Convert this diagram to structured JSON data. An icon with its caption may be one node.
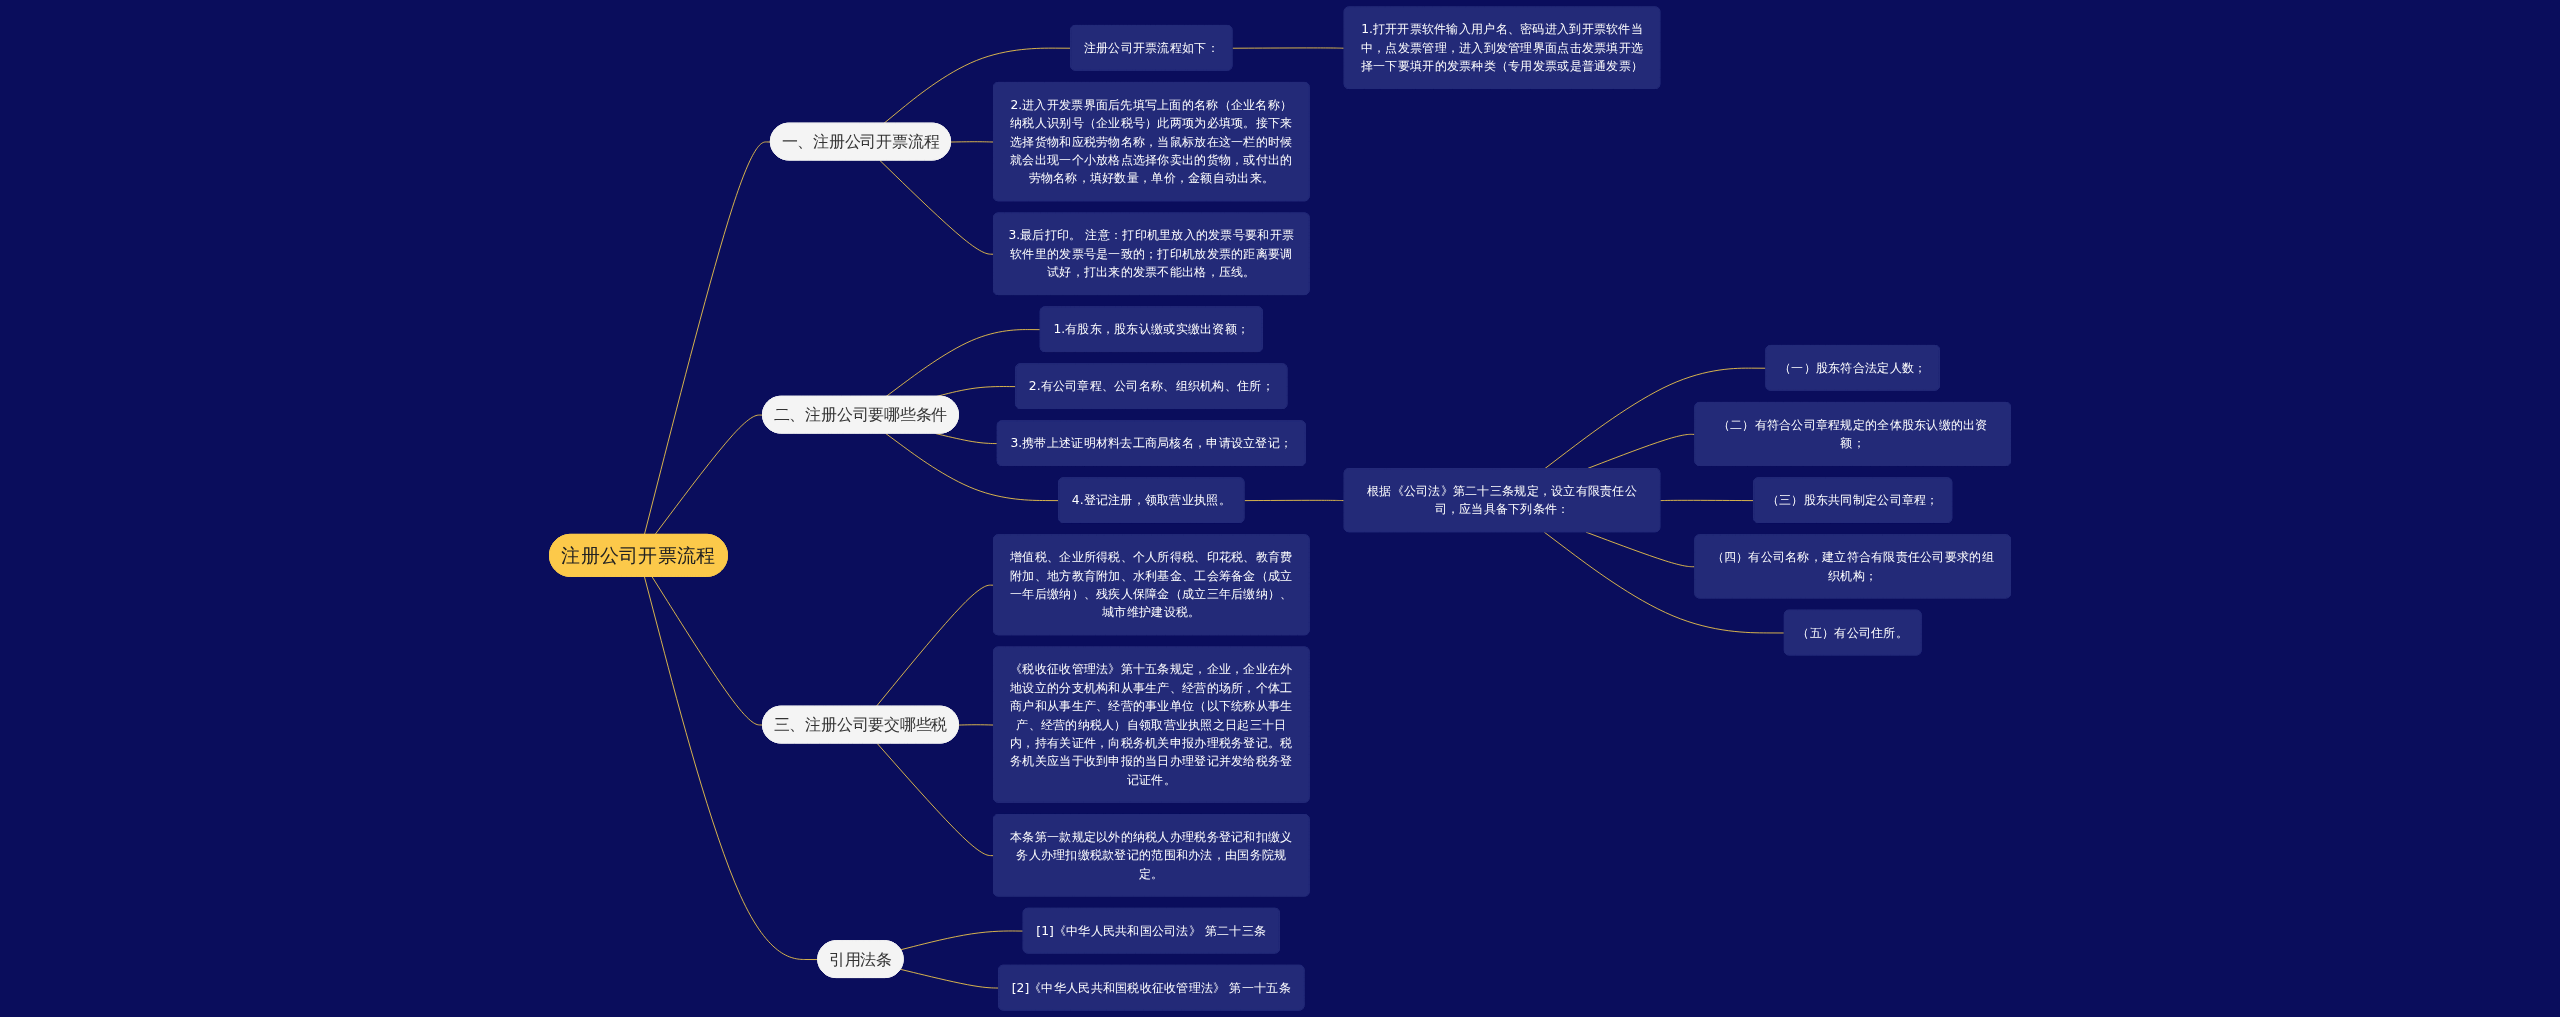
{
  "diagram": {
    "nodes": [
      {
        "text": [
          "注册公司开票流程"
        ]
      },
      {
        "text": [
          "一、注册公司开票流程"
        ]
      },
      {
        "text": [
          "注册公司开票流程如下："
        ]
      },
      {
        "text": [
          "1.打开开票软件输入用户名、密码进入到开票软件当中，点发票管理，进入到发管理界面点击发票填开选择一下要填开的发票种类（专用发票或是普通发票）"
        ]
      },
      {
        "text": [
          "2.进入开发票界面后先填写上面的名称（企业名称）纳税人识别号（企业税号）此两项为必填项。接下来选择货物和应税劳物名称，当鼠标放在这一栏的时候就会出现一个小放格点选择你卖出的货物，或付出的劳物名称，填好数量，单价，金额自动出来。"
        ]
      },
      {
        "text": [
          "3.最后打印。 注意：打印机里放入的发票号要和开票软件里的发票号是一致的；打印机放发票的距离要调试好，打出来的发票不能出格，压线。"
        ]
      },
      {
        "text": [
          "二、注册公司要哪些条件"
        ]
      },
      {
        "text": [
          "1.有股东，股东认缴或实缴出资额；"
        ]
      },
      {
        "text": [
          "2.有公司章程、公司名称、组织机构、住所；"
        ]
      },
      {
        "text": [
          "3.携带上述证明材料去工商局核名，申请设立登记；"
        ]
      },
      {
        "text": [
          "4.登记注册，领取营业执照。"
        ]
      },
      {
        "text": [
          "根据《公司法》第二十三条规定，设立有限责任公司，应当具备下列条件："
        ]
      },
      {
        "text": [
          "（一）股东符合法定人数；"
        ]
      },
      {
        "text": [
          "（二）有符合公司章程规定的全体股东认缴的出资额；"
        ]
      },
      {
        "text": [
          "（三）股东共同制定公司章程；"
        ]
      },
      {
        "text": [
          "（四）有公司名称，建立符合有限责任公司要求的组织机构；"
        ]
      },
      {
        "text": [
          "（五）有公司住所。"
        ]
      },
      {
        "text": [
          "三、注册公司要交哪些税"
        ]
      },
      {
        "text": [
          "增值税、企业所得税、个人所得税、印花税、教育费附加、地方教育附加、水利基金、工会筹备金（成立一年后缴纳）、残疾人保障金（成立三年后缴纳）、城市维护建设税。"
        ]
      },
      {
        "text": [
          "《税收征收管理法》第十五条规定，企业，企业在外地设立的分支机构和从事生产、经营的场所，个体工商户和从事生产、经营的事业单位（以下统称从事生产、经营的纳税人）自领取营业执照之日起三十日内，持有关证件，向税务机关申报办理税务登记。税务机关应当于收到申报的当日办理登记并发给税务登记证件。"
        ]
      },
      {
        "text": [
          "本条第一款规定以外的纳税人办理税务登记和扣缴义务人办理扣缴税款登记的范围和办法，由国务院规定。"
        ]
      },
      {
        "text": [
          "引用法条"
        ]
      },
      {
        "text": [
          "[1]《中华人民共和国公司法》 第二十三条"
        ]
      },
      {
        "text": [
          "[2]《中华人民共和国税收征收管理法》 第一十五条"
        ]
      }
    ],
    "edges": [
      {
        "from": 0,
        "to": 1,
        "arrow": "none"
      },
      {
        "from": 1,
        "to": 2,
        "arrow": "none"
      },
      {
        "from": 2,
        "to": 3,
        "arrow": "none"
      },
      {
        "from": 1,
        "to": 4,
        "arrow": "none"
      },
      {
        "from": 1,
        "to": 5,
        "arrow": "none"
      },
      {
        "from": 0,
        "to": 6,
        "arrow": "none"
      },
      {
        "from": 6,
        "to": 7,
        "arrow": "none"
      },
      {
        "from": 6,
        "to": 8,
        "arrow": "none"
      },
      {
        "from": 6,
        "to": 9,
        "arrow": "none"
      },
      {
        "from": 6,
        "to": 10,
        "arrow": "none"
      },
      {
        "from": 10,
        "to": 11,
        "arrow": "none"
      },
      {
        "from": 11,
        "to": 12,
        "arrow": "none"
      },
      {
        "from": 11,
        "to": 13,
        "arrow": "none"
      },
      {
        "from": 11,
        "to": 14,
        "arrow": "none"
      },
      {
        "from": 11,
        "to": 15,
        "arrow": "none"
      },
      {
        "from": 11,
        "to": 16,
        "arrow": "none"
      },
      {
        "from": 0,
        "to": 17,
        "arrow": "none"
      },
      {
        "from": 17,
        "to": 18,
        "arrow": "none"
      },
      {
        "from": 17,
        "to": 19,
        "arrow": "none"
      },
      {
        "from": 17,
        "to": 20,
        "arrow": "none"
      },
      {
        "from": 0,
        "to": 21,
        "arrow": "none"
      },
      {
        "from": 21,
        "to": 22,
        "arrow": "none"
      },
      {
        "from": 21,
        "to": 23,
        "arrow": "none"
      }
    ]
  }
}
